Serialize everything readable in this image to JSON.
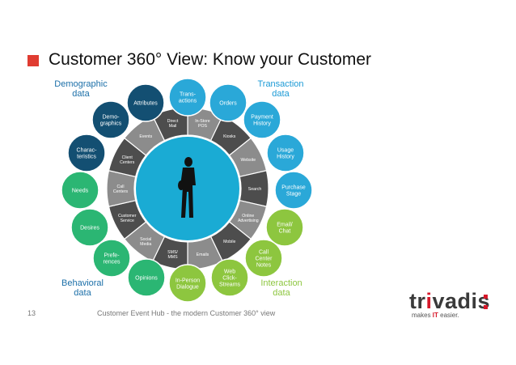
{
  "slide": {
    "title": "Customer 360° View: Know your Customer",
    "page_number": "13",
    "footer": "Customer Event Hub - the modern Customer 360° view",
    "brand": {
      "prefix": "tr",
      "i": "i",
      "suffix": "vadis",
      "tagline_pre": "makes ",
      "tagline_bold": "IT",
      "tagline_post": " easier."
    },
    "accent_color": "#e03c31"
  },
  "groups": {
    "demographic": "Demographic data",
    "transaction": "Transaction data",
    "behavioral": "Behavioral data",
    "interaction": "Interaction data"
  },
  "outer_circles": [
    {
      "label": "Trans- actions",
      "color": "#2aa8d8",
      "ring": "outer"
    },
    {
      "label": "Orders",
      "color": "#2aa8d8",
      "ring": "outer"
    },
    {
      "label": "Payment History",
      "color": "#2aa8d8",
      "ring": "outer"
    },
    {
      "label": "Usage History",
      "color": "#2aa8d8",
      "ring": "outer"
    },
    {
      "label": "Purchase Stage",
      "color": "#2aa8d8",
      "ring": "outer"
    },
    {
      "label": "Email/ Chat",
      "color": "#8dc63f",
      "ring": "outer"
    },
    {
      "label": "Call Center Notes",
      "color": "#8dc63f",
      "ring": "outer"
    },
    {
      "label": "Web Click- Streams",
      "color": "#8dc63f",
      "ring": "outer"
    },
    {
      "label": "In-Person Dialogue",
      "color": "#8dc63f",
      "ring": "outer"
    },
    {
      "label": "Opinions",
      "color": "#2bb673",
      "ring": "outer"
    },
    {
      "label": "Prefe- rences",
      "color": "#2bb673",
      "ring": "outer"
    },
    {
      "label": "Desires",
      "color": "#2bb673",
      "ring": "outer"
    },
    {
      "label": "Needs",
      "color": "#2bb673",
      "ring": "outer"
    },
    {
      "label": "Charac- teristics",
      "color": "#134f72",
      "ring": "outer"
    },
    {
      "label": "Demo- graphics",
      "color": "#134f72",
      "ring": "outer"
    },
    {
      "label": "Attributes",
      "color": "#134f72",
      "ring": "outer"
    }
  ],
  "ring_segments": [
    "In-Store POS",
    "Kiosks",
    "Website",
    "Search",
    "Online Advertising",
    "Mobile",
    "Emails",
    "SMS/ MMS",
    "Social Media",
    "Customer Service",
    "Call Centers",
    "Client Centers",
    "Events",
    "Direct Mail"
  ],
  "colors": {
    "ring_dark": "#4d4d4d",
    "ring_light": "#8c8c8c",
    "center": "#1aabd4",
    "silhouette": "#111111"
  }
}
